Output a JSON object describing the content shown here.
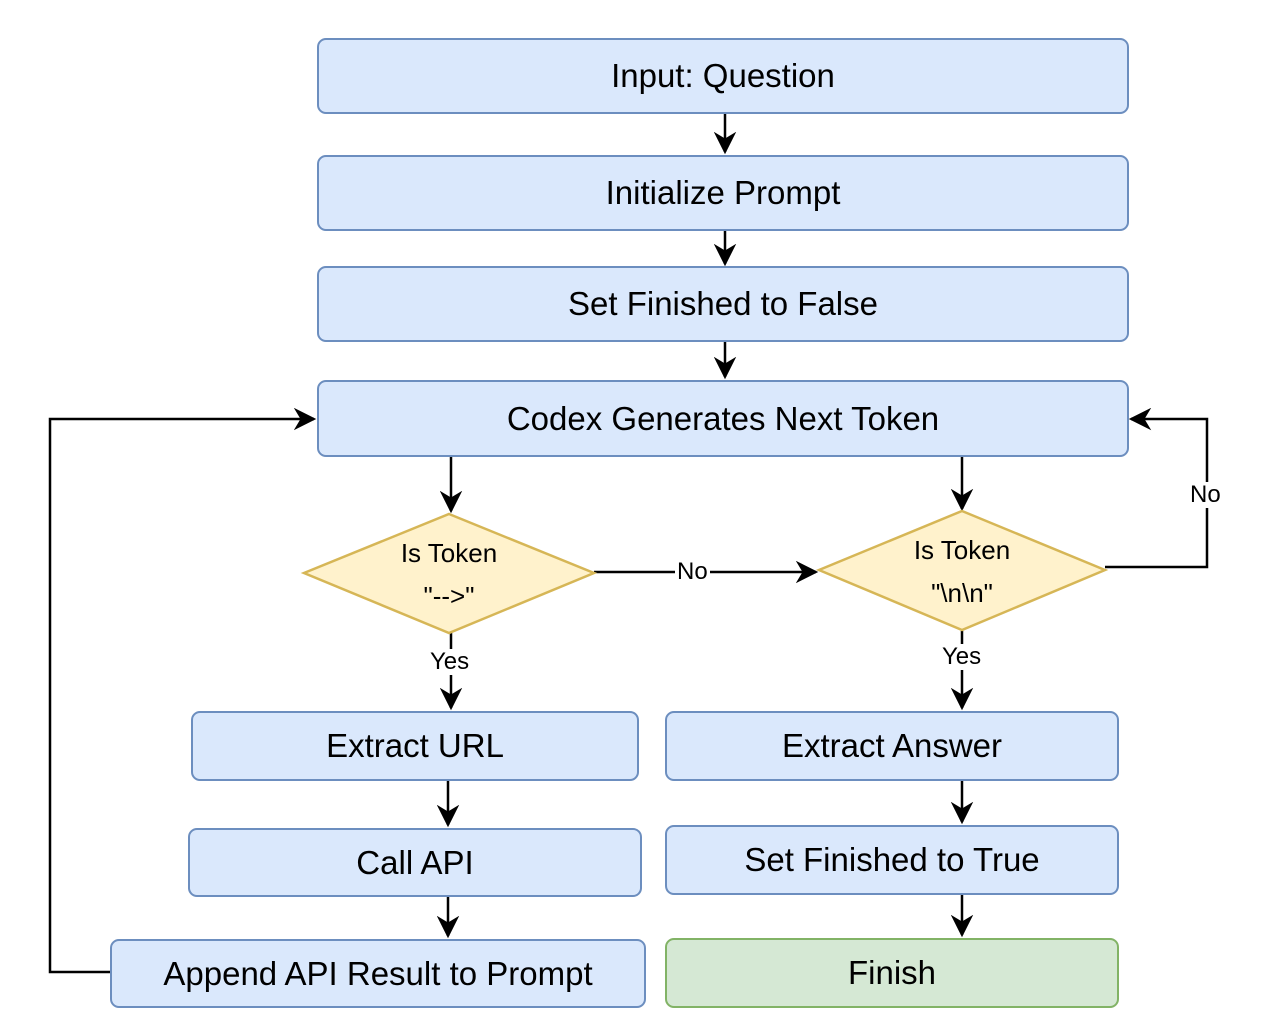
{
  "colors": {
    "process_fill": "#dae8fc",
    "process_stroke": "#6c8ebf",
    "decision_fill": "#fff2cc",
    "decision_stroke": "#d6b656",
    "terminal_fill": "#d5e8d4",
    "terminal_stroke": "#82b366",
    "line": "#000000"
  },
  "nodes": {
    "input_question": "Input: Question",
    "initialize_prompt": "Initialize Prompt",
    "set_finished_false": "Set Finished to False",
    "codex_generates": "Codex Generates Next Token",
    "extract_url": "Extract URL",
    "call_api": "Call API",
    "append_result": "Append API Result to Prompt",
    "extract_answer": "Extract Answer",
    "set_finished_true": "Set Finished to True",
    "finish": "Finish"
  },
  "decisions": {
    "arrow_token": {
      "line1": "Is Token",
      "line2": "\"-->\""
    },
    "newline_token": {
      "line1": "Is Token",
      "line2": "\"\\n\\n\""
    }
  },
  "edge_labels": {
    "arrow_no": "No",
    "arrow_yes": "Yes",
    "newline_no": "No",
    "newline_yes": "Yes"
  }
}
